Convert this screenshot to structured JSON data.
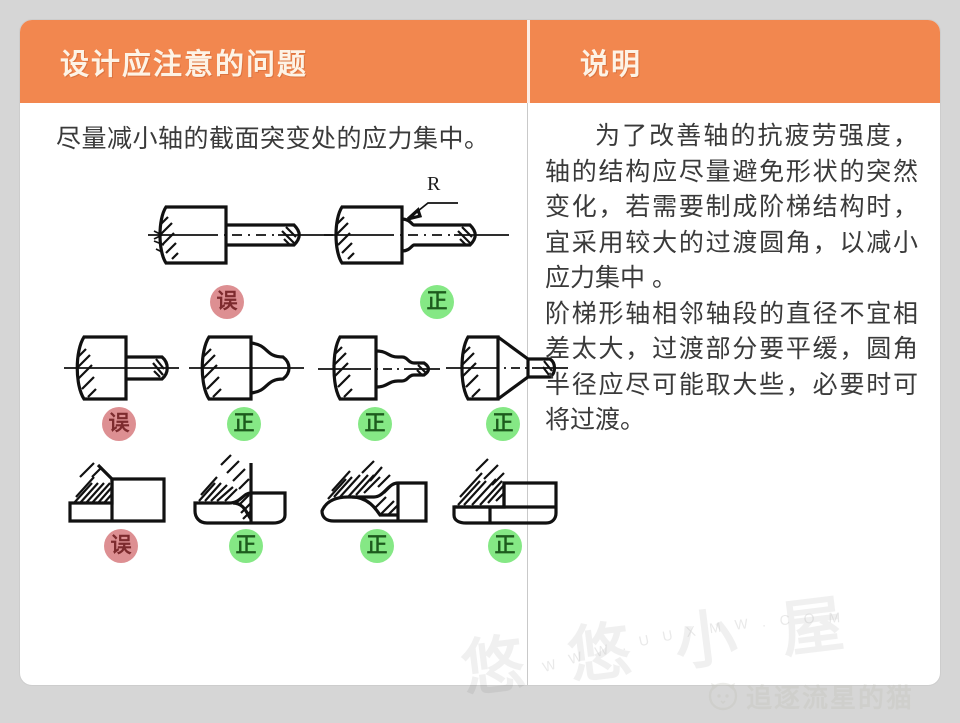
{
  "header": {
    "left_title": "设计应注意的问题",
    "right_title": "说明",
    "bg_color": "#f2874f",
    "text_color": "#fdf3e6"
  },
  "left_column": {
    "lead_text": "尽量减小轴的截面突变处的应力集中。",
    "figure_rows": [
      {
        "row": 1,
        "items": [
          {
            "label": "误",
            "type": "error",
            "caption_color": "#dd8f92",
            "description": "轴肩处截面突变，无过渡圆角"
          },
          {
            "label": "正",
            "type": "correct",
            "caption_color": "#85e885",
            "description": "轴肩处带过渡圆角 R",
            "annotation": "R"
          }
        ]
      },
      {
        "row": 2,
        "items": [
          {
            "label": "误",
            "type": "error",
            "description": "直径相差过大的阶梯轴，直角过渡"
          },
          {
            "label": "正",
            "type": "correct",
            "description": "大圆角过渡"
          },
          {
            "label": "正",
            "type": "correct",
            "description": "分成多级阶梯逐段过渡"
          },
          {
            "label": "正",
            "type": "correct",
            "description": "锥面过渡"
          }
        ]
      },
      {
        "row": 3,
        "items": [
          {
            "label": "误",
            "type": "error",
            "description": "尖角过渡的装配轴肩"
          },
          {
            "label": "正",
            "type": "correct",
            "description": "圆角过渡的轴肩"
          },
          {
            "label": "正",
            "type": "correct",
            "description": "倒角加圆角过渡"
          },
          {
            "label": "正",
            "type": "correct",
            "description": "加隔离环过渡"
          }
        ]
      }
    ]
  },
  "right_column": {
    "paragraphs": [
      "为了改善轴的抗疲劳强度，轴的结构应尽量避免形状的突然变化，若需要制成阶梯结构时，宜采用较大的过渡圆角，以减小应力集中 。",
      "阶梯形轴相邻轴段的直径不宜相差太大，过渡部分要平缓，圆角半径应尽可能取大些，必要时可将过渡。"
    ]
  },
  "watermarks": {
    "center_text": "悠 悠 小 屋",
    "arc_text": "W W W . U U X M W . C O M",
    "brand_name": "追逐流星的猫"
  }
}
